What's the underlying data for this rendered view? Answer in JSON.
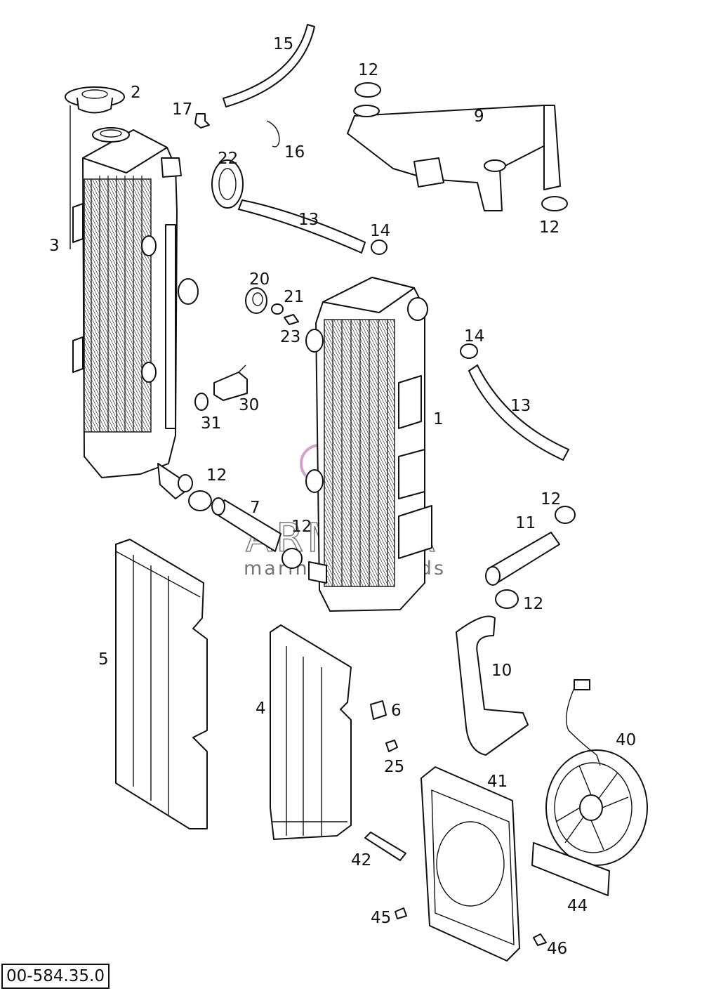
{
  "diagram": {
    "reference_number": "00-584.35.0",
    "watermark": {
      "brand": "ARMADA",
      "tagline": "marine outboards",
      "color": "#d9a1c8"
    },
    "callouts": {
      "c1": "1",
      "c2": "2",
      "c3": "3",
      "c4": "4",
      "c5": "5",
      "c6": "6",
      "c7": "7",
      "c9": "9",
      "c10": "10",
      "c11": "11",
      "c12a": "12",
      "c12b": "12",
      "c12c": "12",
      "c12d": "12",
      "c12e": "12",
      "c12f": "12",
      "c13a": "13",
      "c13b": "13",
      "c14a": "14",
      "c14b": "14",
      "c15": "15",
      "c16": "16",
      "c17": "17",
      "c20": "20",
      "c21": "21",
      "c22": "22",
      "c23": "23",
      "c25": "25",
      "c30": "30",
      "c31": "31",
      "c40": "40",
      "c41": "41",
      "c42": "42",
      "c44": "44",
      "c45": "45",
      "c46": "46"
    }
  }
}
